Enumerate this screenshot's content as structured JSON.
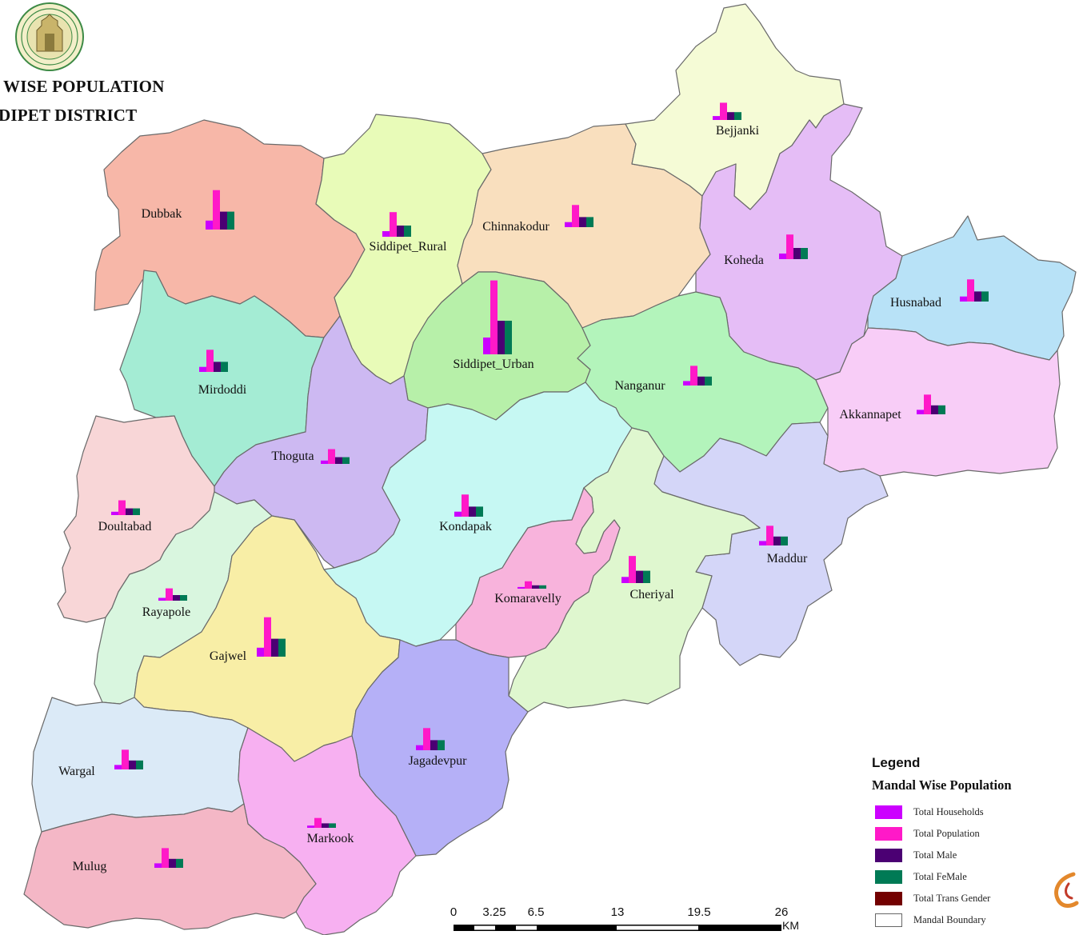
{
  "title": {
    "line1": "WISE POPULATION",
    "line2": "DIPET DISTRICT"
  },
  "legend": {
    "heading": "Legend",
    "subtitle": "Mandal Wise Population",
    "items": [
      {
        "label": "Total Households",
        "color": "#cc00ff"
      },
      {
        "label": "Total Population",
        "color": "#ff19c8"
      },
      {
        "label": "Total Male",
        "color": "#4b0073"
      },
      {
        "label": "Total FeMale",
        "color": "#007a55"
      },
      {
        "label": "Total Trans Gender",
        "color": "#730000"
      },
      {
        "label": "Mandal Boundary",
        "color": "#ffffff"
      }
    ]
  },
  "scalebar": {
    "ticks": [
      "0",
      "3.25",
      "6.5",
      "13",
      "19.5",
      "26"
    ],
    "unit": "KM"
  },
  "bar_colors": [
    "#cc00ff",
    "#ff19c8",
    "#4b0073",
    "#007a55"
  ],
  "mandals": [
    {
      "name": "Dubbak",
      "fill": "#f7b7a8",
      "magnitude": 1.6
    },
    {
      "name": "Siddipet_Rural",
      "fill": "#e8fbb8",
      "magnitude": 1.0
    },
    {
      "name": "Chinnakodur",
      "fill": "#f9dfbe",
      "magnitude": 0.9
    },
    {
      "name": "Bejjanki",
      "fill": "#f5fbd6",
      "magnitude": 0.7
    },
    {
      "name": "Koheda",
      "fill": "#e5bdf6",
      "magnitude": 1.0
    },
    {
      "name": "Husnabad",
      "fill": "#b8e2f7",
      "magnitude": 0.9
    },
    {
      "name": "Siddipet_Urban",
      "fill": "#b7f0a9",
      "magnitude": 3.0
    },
    {
      "name": "Mirdoddi",
      "fill": "#a4ecd4",
      "magnitude": 0.9
    },
    {
      "name": "Nanganur",
      "fill": "#b3f4bb",
      "magnitude": 0.8
    },
    {
      "name": "Akkannapet",
      "fill": "#f8cdf7",
      "magnitude": 0.8
    },
    {
      "name": "Thoguta",
      "fill": "#cdb9f2",
      "magnitude": 0.6
    },
    {
      "name": "Kondapak",
      "fill": "#c6f8f3",
      "magnitude": 0.9
    },
    {
      "name": "Doultabad",
      "fill": "#f8d6d7",
      "magnitude": 0.6
    },
    {
      "name": "Maddur",
      "fill": "#d4d6f8",
      "magnitude": 0.8
    },
    {
      "name": "Cheriyal",
      "fill": "#dff7cf",
      "magnitude": 1.1
    },
    {
      "name": "Komaravelly",
      "fill": "#f8b3dc",
      "magnitude": 0.3
    },
    {
      "name": "Rayapole",
      "fill": "#d9f6df",
      "magnitude": 0.5
    },
    {
      "name": "Gajwel",
      "fill": "#f8eea6",
      "magnitude": 1.6
    },
    {
      "name": "Jagadevpur",
      "fill": "#b5b0f7",
      "magnitude": 0.9
    },
    {
      "name": "Wargal",
      "fill": "#dbeaf7",
      "magnitude": 0.8
    },
    {
      "name": "Markook",
      "fill": "#f7b0f1",
      "magnitude": 0.4
    },
    {
      "name": "Mulug",
      "fill": "#f4b7c6",
      "magnitude": 0.8
    }
  ]
}
